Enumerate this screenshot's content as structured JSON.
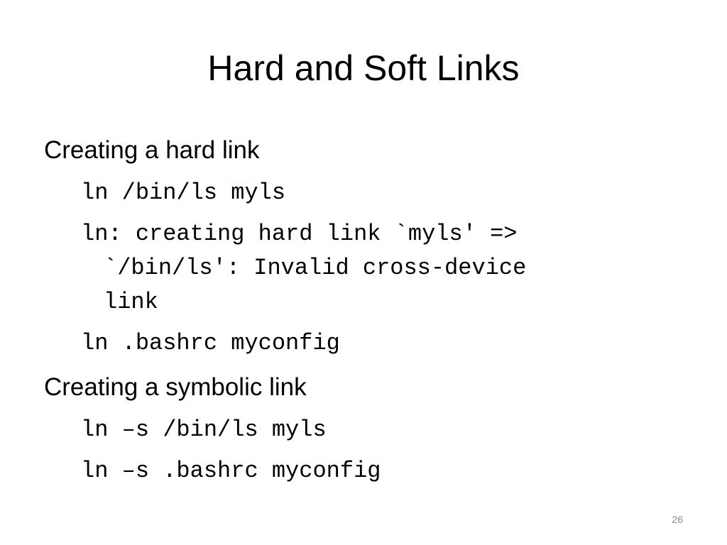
{
  "slide": {
    "title": "Hard and Soft Links",
    "sections": [
      {
        "heading": "Creating a hard link",
        "lines": [
          "ln /bin/ls myls",
          "ln: creating hard link `myls' =>",
          "`/bin/ls': Invalid cross-device",
          "link",
          "ln .bashrc myconfig"
        ]
      },
      {
        "heading": "Creating a symbolic link",
        "lines": [
          "ln –s /bin/ls myls",
          "ln –s .bashrc myconfig"
        ]
      }
    ],
    "page_number": "26"
  }
}
